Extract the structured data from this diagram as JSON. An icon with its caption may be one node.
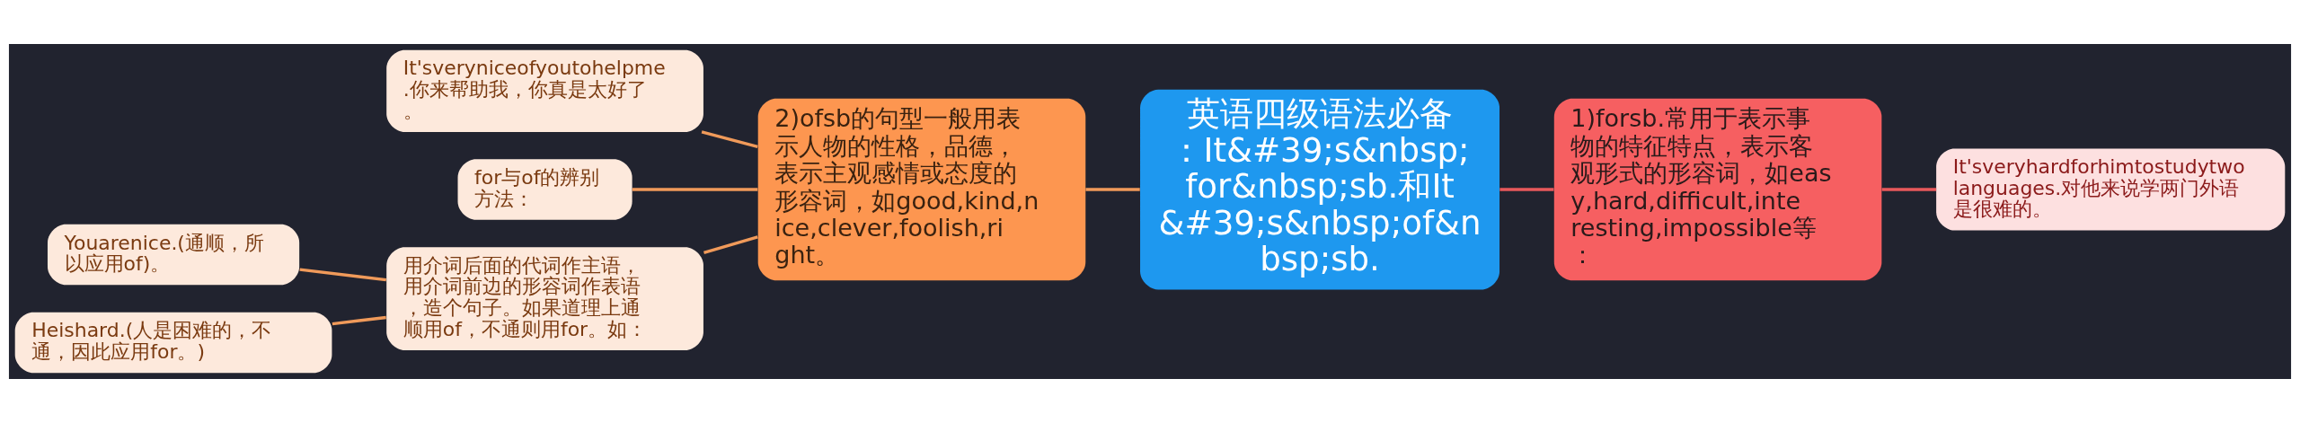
{
  "diagram": {
    "nodes": [
      {
        "text": [
          "英语四级语法必备：It&#39;s&nbsp;for&nbsp;sb.和It&#39;s&nbsp;of&nbsp;sb."
        ]
      },
      {
        "text": [
          "1)forsb.常用于表示事物的特征特点，表示客观形式的形容词，如easy,hard,difficult,interesting,impossible等："
        ]
      },
      {
        "text": [
          "It'sveryhardforhimtostudytwolanguages.对他来说学两门外语是很难的。"
        ]
      },
      {
        "text": [
          "2)ofsb的句型一般用表示人物的性格，品德，表示主观感情或态度的形容词，如good,kind,nice,clever,foolish,right。"
        ]
      },
      {
        "text": [
          "It'sveryniceofyoutohelpme.你来帮助我，你真是太好了。"
        ]
      },
      {
        "text": [
          "for与of的辨别方法："
        ]
      },
      {
        "text": [
          "用介词后面的代词作主语，用介词前边的形容词作表语，造个句子。如果道理上通顺用of，不通则用for。如："
        ]
      },
      {
        "text": [
          "Youarenice.(通顺，所以应用of)。"
        ]
      },
      {
        "text": [
          "Heishard.(人是困难的，不通，因此应用for。)"
        ]
      }
    ],
    "edges": [
      {
        "from": 0,
        "to": 1,
        "arrow": "none",
        "color": "#e8595b"
      },
      {
        "from": 1,
        "to": 2,
        "arrow": "none",
        "color": "#e8595b"
      },
      {
        "from": 0,
        "to": 3,
        "arrow": "none"
      },
      {
        "from": 3,
        "to": 4,
        "arrow": "none"
      },
      {
        "from": 3,
        "to": 5,
        "arrow": "none"
      },
      {
        "from": 3,
        "to": 6,
        "arrow": "none"
      },
      {
        "from": 6,
        "to": 7,
        "arrow": "none"
      },
      {
        "from": 6,
        "to": 8,
        "arrow": "none"
      }
    ]
  }
}
